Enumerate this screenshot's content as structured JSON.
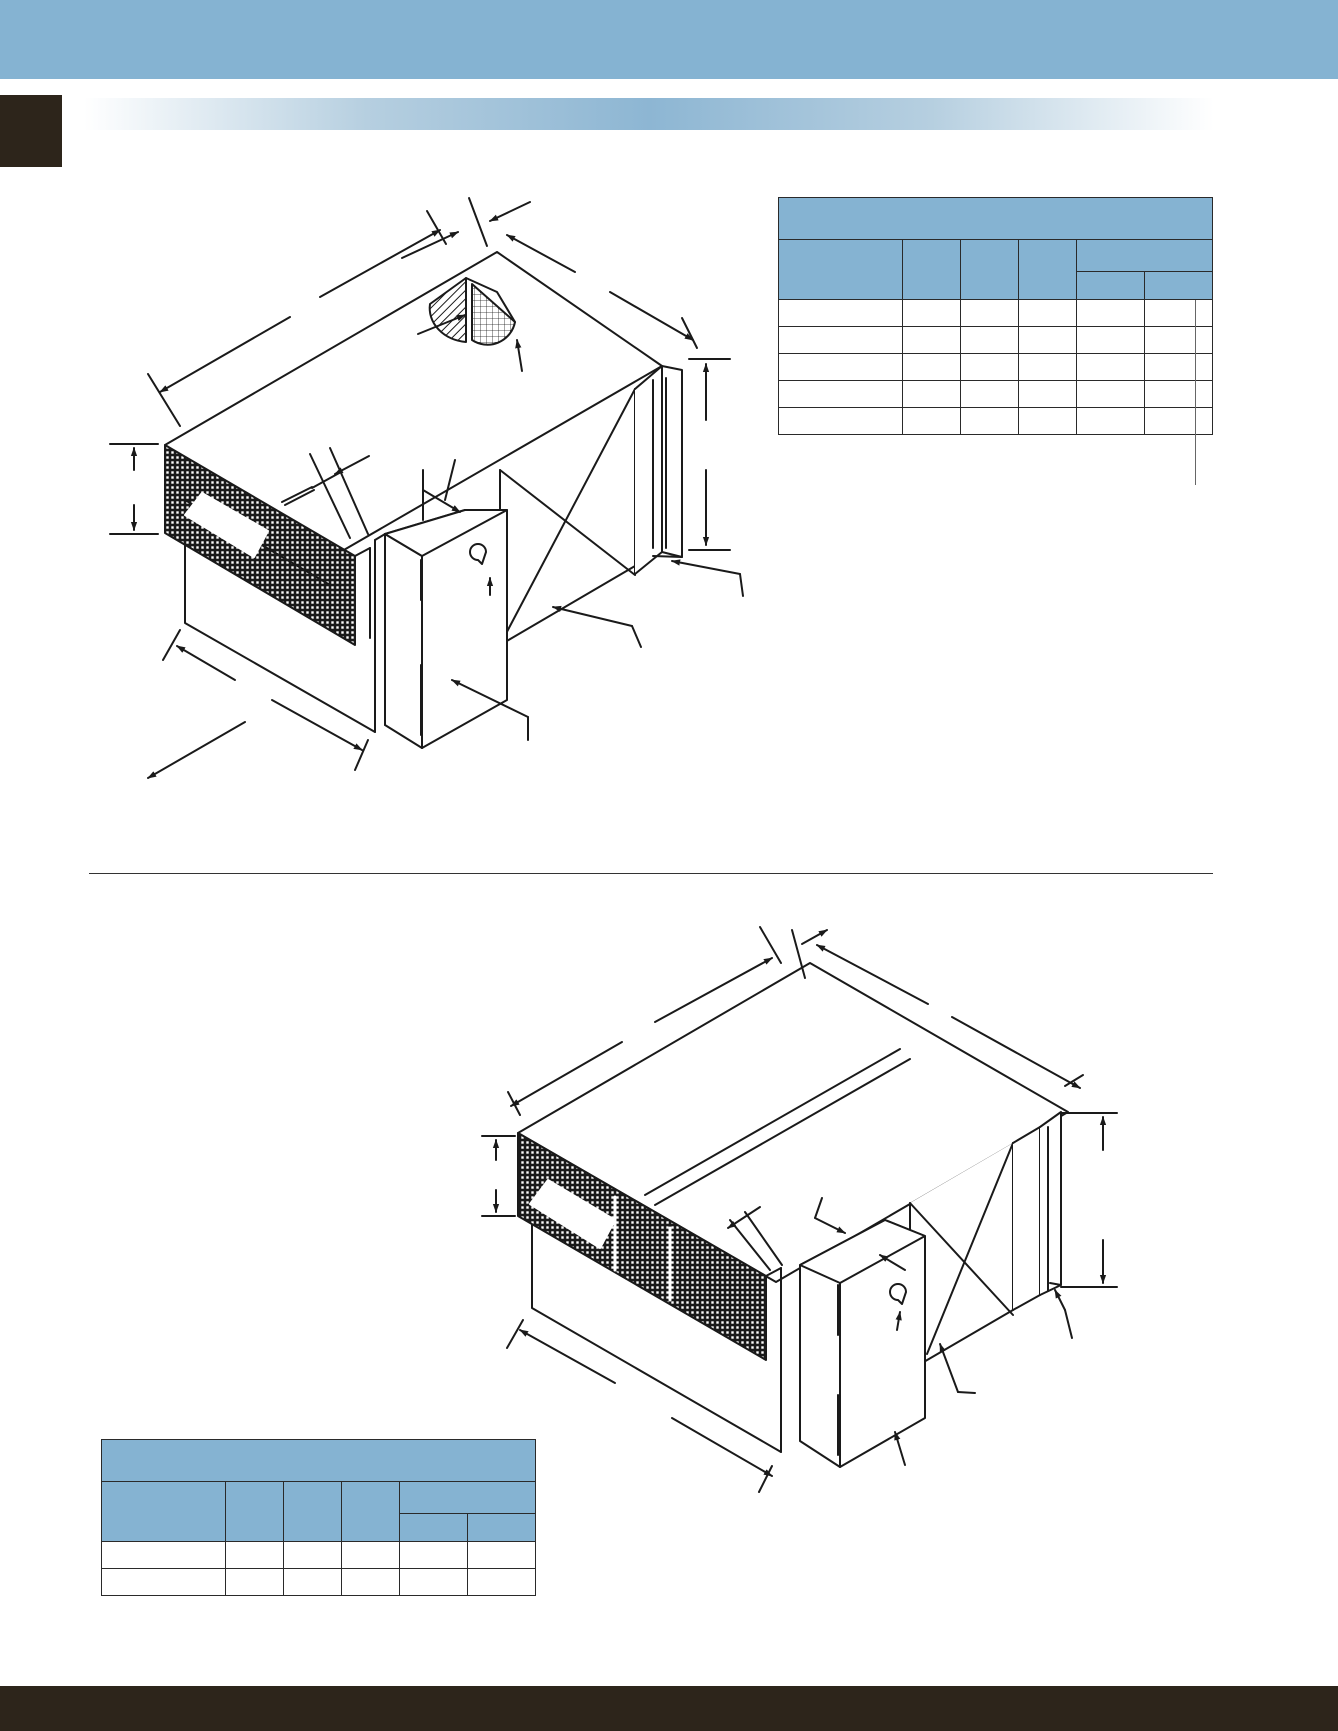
{
  "colors": {
    "header_band": "#85b3d2",
    "dark_band": "#2d251b",
    "table_header": "#85b3d2",
    "line": "#1a1a1a"
  },
  "tables": [
    {
      "body_rows": 5,
      "columns": 6
    },
    {
      "body_rows": 2,
      "columns": 6
    }
  ]
}
